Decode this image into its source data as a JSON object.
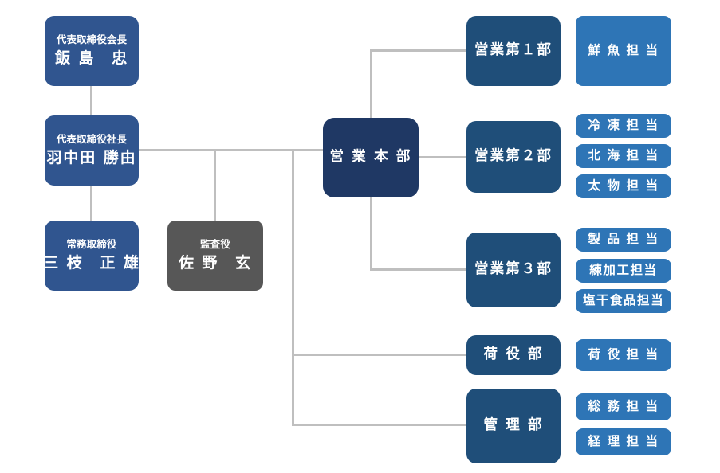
{
  "chart_data": {
    "type": "diagram",
    "title": "組織図",
    "colors": {
      "executive": "#30558f",
      "auditor": "#575757",
      "headquarters": "#1f3864",
      "department": "#1f4e79",
      "team": "#2e75b6",
      "connector": "#bfbfbf",
      "background": "#ffffff",
      "text": "#ffffff"
    },
    "nodes": [
      {
        "id": "chairman",
        "role": "代表取締役会長",
        "person": "飯 島　忠",
        "style": "executive"
      },
      {
        "id": "president",
        "role": "代表取締役社長",
        "person": "羽中田 勝由",
        "style": "executive"
      },
      {
        "id": "managing",
        "role": "常務取締役",
        "person": "三 枝　正 雄",
        "style": "executive"
      },
      {
        "id": "auditor",
        "role": "監査役",
        "person": "佐 野　玄",
        "style": "auditor"
      },
      {
        "id": "hq",
        "unit": "営 業 本 部",
        "style": "headquarters"
      },
      {
        "id": "sales1",
        "unit": "営業第１部",
        "style": "department"
      },
      {
        "id": "sales2",
        "unit": "営業第２部",
        "style": "department"
      },
      {
        "id": "sales3",
        "unit": "営業第３部",
        "style": "department"
      },
      {
        "id": "cargo",
        "unit": "荷 役 部",
        "style": "department"
      },
      {
        "id": "admin",
        "unit": "管 理 部",
        "style": "department"
      }
    ],
    "teams": [
      {
        "id": "fresh",
        "label": "鮮 魚 担 当",
        "parent": "sales1"
      },
      {
        "id": "frozen",
        "label": "冷 凍 担 当",
        "parent": "sales2"
      },
      {
        "id": "hokkai",
        "label": "北 海 担 当",
        "parent": "sales2"
      },
      {
        "id": "futomono",
        "label": "太 物 担 当",
        "parent": "sales2"
      },
      {
        "id": "seihin",
        "label": "製 品 担 当",
        "parent": "sales3"
      },
      {
        "id": "neri",
        "label": "練加工担当",
        "parent": "sales3"
      },
      {
        "id": "enkan",
        "label": "塩干食品担当",
        "parent": "sales3"
      },
      {
        "id": "niyaku",
        "label": "荷 役 担 当",
        "parent": "cargo"
      },
      {
        "id": "soumu",
        "label": "総 務 担 当",
        "parent": "admin"
      },
      {
        "id": "keiri",
        "label": "経 理 担 当",
        "parent": "admin"
      }
    ],
    "edges": [
      {
        "from": "chairman",
        "to": "president"
      },
      {
        "from": "president",
        "to": "hq"
      },
      {
        "from": "president",
        "to": "managing"
      },
      {
        "from": "president",
        "to": "auditor"
      },
      {
        "from": "president",
        "to": "cargo"
      },
      {
        "from": "president",
        "to": "admin"
      },
      {
        "from": "hq",
        "to": "sales1"
      },
      {
        "from": "hq",
        "to": "sales2"
      },
      {
        "from": "hq",
        "to": "sales3"
      }
    ]
  },
  "nodes": {
    "chairman": {
      "role": "代表取締役会長",
      "person": "飯 島　忠"
    },
    "president": {
      "role": "代表取締役社長",
      "person": "羽中田 勝由"
    },
    "managing": {
      "role": "常務取締役",
      "person": "三 枝　正 雄"
    },
    "auditor": {
      "role": "監査役",
      "person": "佐 野　玄"
    },
    "hq": {
      "unit": "営 業 本 部"
    },
    "sales1": {
      "unit": "営業第１部"
    },
    "sales2": {
      "unit": "営業第２部"
    },
    "sales3": {
      "unit": "営業第３部"
    },
    "cargo": {
      "unit": "荷 役 部"
    },
    "admin": {
      "unit": "管 理 部"
    }
  },
  "teams": {
    "fresh": "鮮 魚 担 当",
    "frozen": "冷 凍 担 当",
    "hokkai": "北 海 担 当",
    "futomono": "太 物 担 当",
    "seihin": "製 品 担 当",
    "neri": "練加工担当",
    "enkan": "塩干食品担当",
    "niyaku": "荷 役 担 当",
    "soumu": "総 務 担 当",
    "keiri": "経 理 担 当"
  }
}
